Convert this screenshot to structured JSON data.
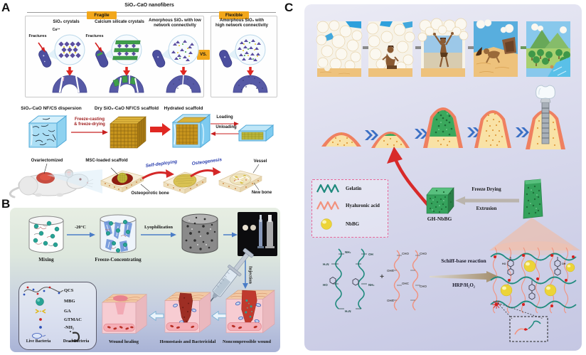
{
  "fig": {
    "a": "A",
    "b": "B",
    "c": "C"
  },
  "a": {
    "title": "SiO₂-CaO nanofibers",
    "tag_fragile": "Fragile",
    "tag_flexible": "Flexible",
    "vs": "VS.",
    "sub1_title": "SiO₂ crystals",
    "ca_ion": "Ca²⁺",
    "fractures1": "Fractures",
    "sub2_title": "Calcium silicate crystals",
    "fractures2": "Fractures",
    "sub3_l1": "Amorphous SiO₂ with low",
    "sub3_l2": "network connectivity",
    "sub4_l1": "Amorphous SiO₂ with",
    "sub4_l2": "high network connectivity",
    "dispersion": "SiO₂-CaO NF/CS dispersion",
    "freeze1": "Freeze-casting",
    "freeze2": "& freeze-drying",
    "dry": "Dry SiO₂-CaO NF/CS scaffold",
    "hydrated": "Hydrated scaffold",
    "loading": "Loading",
    "unloading": "Unloading",
    "ovariectomized": "Ovariectomized",
    "msc": "MSC-loaded scaffold",
    "self_deploying": "Self-deploying",
    "osteogenesis": "Osteogenesis",
    "osteoporotic": "Osteoporotic bone",
    "vessel": "Vessel",
    "new_bone": "New bone"
  },
  "b": {
    "mixing": "Mixing",
    "temp": "-20°C",
    "freeze_conc": "Freeze-Concentrating",
    "lyoph": "Lyophilization",
    "injection": "Injection",
    "qcs": "QCS",
    "mbg": "MBG",
    "ga": "GA",
    "gtmac": "GTMAC",
    "nh2": "-NH₂",
    "live": "Live Bacteria",
    "dead": "Dead Bacteria",
    "wound": "Wound healing",
    "hemo": "Hemostasis and Bactericidal",
    "noncomp": "Noncompressible wound"
  },
  "c": {
    "gelatin": "Gelatin",
    "ha": "Hyaluronic acid",
    "nbbg": "NbBG",
    "gh": "GH-NbBG",
    "freeze_drying": "Freeze Drying",
    "extrusion": "Extrusion",
    "schiff": "Schiff-base reaction",
    "hrp": "HRP/H₂O₂",
    "plus": "+",
    "left_groups": [
      "NH₂",
      "H₂N",
      "OH",
      "HO",
      "NH₂",
      "H₂N"
    ],
    "right_groups": [
      "CHO",
      "OHC",
      "CHO",
      "OHC",
      "CHO",
      "OHC"
    ],
    "net_groups": [
      "HO",
      "OH"
    ]
  },
  "colors": {
    "tag_yellow": "#F2A71B",
    "red_arrow": "#E02822",
    "blue_text": "#2B3FAE",
    "b_arrow_blue": "#4A7CC7",
    "legend_pink": "#E8679A",
    "gelatin_teal": "#1F8A7D",
    "ha_salmon": "#F2927E",
    "nbbg_yellow": "#F0D948",
    "arch_purple": "#575AA6",
    "scaffold_green": "#35A25C"
  }
}
